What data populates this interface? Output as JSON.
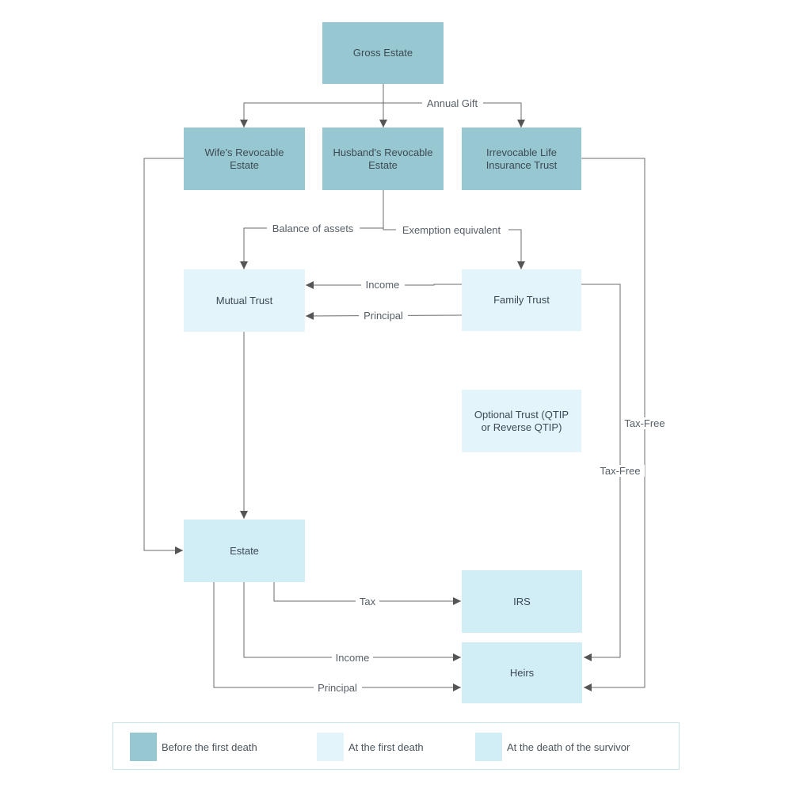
{
  "nodes": {
    "gross_estate": "Gross Estate",
    "wife_revocable": "Wife's Revocable Estate",
    "husband_revocable": "Husband's Revocable Estate",
    "irrevocable_trust": "Irrevocable Life Insurance Trust",
    "mutual_trust": "Mutual Trust",
    "family_trust": "Family Trust",
    "optional_trust": "Optional Trust (QTIP or Reverse QTIP)",
    "estate": "Estate",
    "irs": "IRS",
    "heirs": "Heirs"
  },
  "edges": {
    "annual_gift": "Annual Gift",
    "balance_of_assets": "Balance of assets",
    "exemption_equivalent": "Exemption equivalent",
    "income_family_to_mutual": "Income",
    "principal_family_to_mutual": "Principal",
    "tax_free_family": "Tax-Free",
    "tax_free_insurance": "Tax-Free",
    "tax": "Tax",
    "income_estate_to_heirs": "Income",
    "principal_estate_to_heirs": "Principal"
  },
  "legend": {
    "before_first_death": "Before the first death",
    "at_first_death": "At the first death",
    "at_death_of_survivor": "At the death of the survivor"
  },
  "colors": {
    "before_first_death": "#97c7d0",
    "at_first_death": "#e3f4fa",
    "at_death_of_survivor": "#d1edf6",
    "connector": "#555555"
  }
}
